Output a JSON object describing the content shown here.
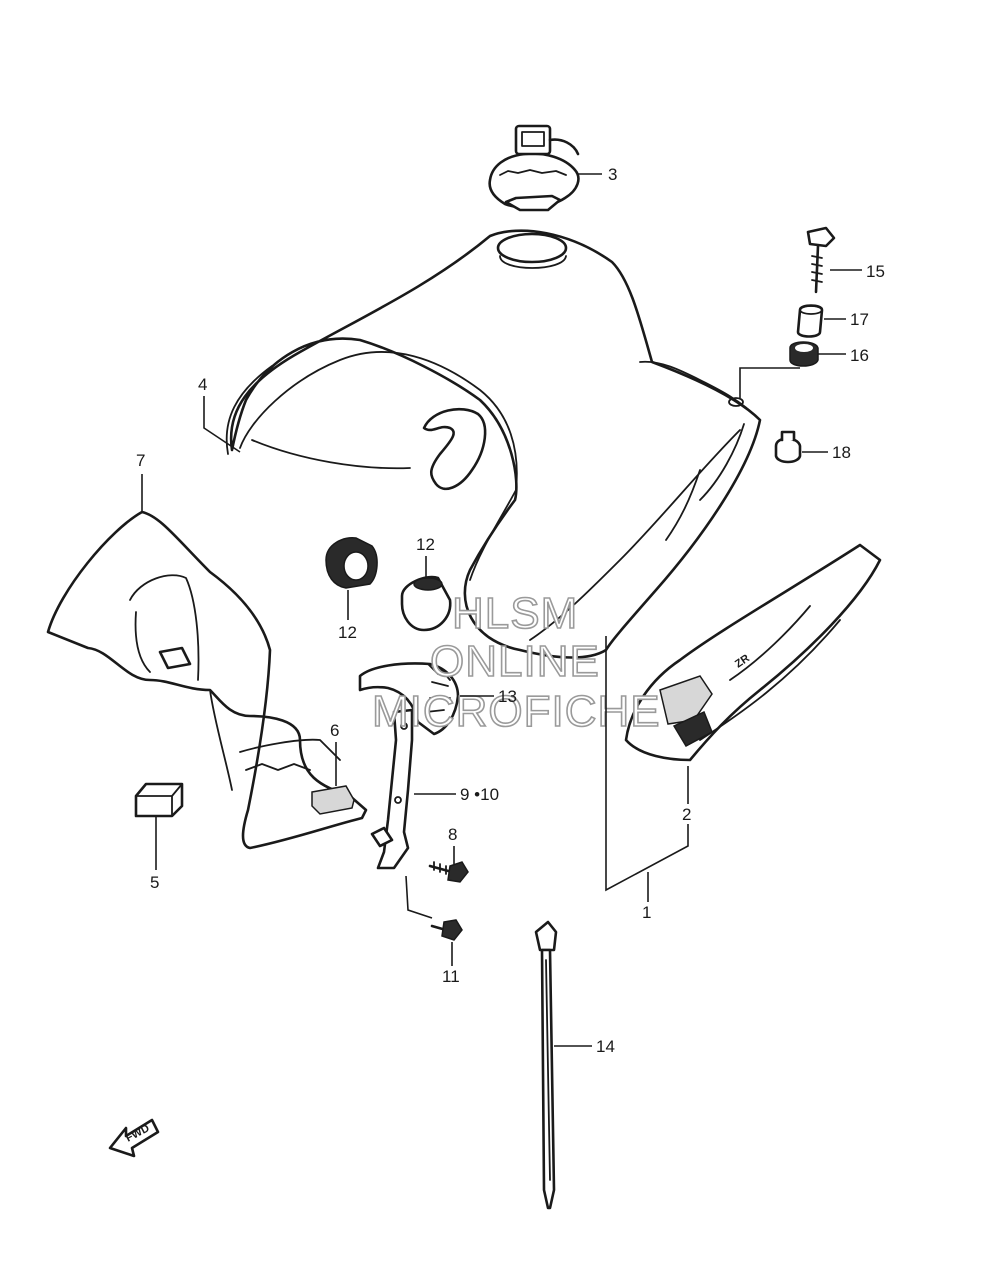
{
  "callouts": {
    "c1": "1",
    "c2": "2",
    "c3": "3",
    "c4": "4",
    "c5": "5",
    "c6": "6",
    "c7": "7",
    "c8": "8",
    "c9_10": "9 •10",
    "c11": "11",
    "c12a": "12",
    "c12b": "12",
    "c13": "13",
    "c14": "14",
    "c15": "15",
    "c16": "16",
    "c17": "17",
    "c18": "18"
  },
  "watermark": {
    "line1": "HLSM",
    "line2": "ONLINE",
    "line3": "MICROFICHE"
  },
  "fwd_label": "FWD",
  "colors": {
    "ink": "#1a1a1a",
    "watermark_outline": "#9a9a9a",
    "background": "#ffffff"
  }
}
